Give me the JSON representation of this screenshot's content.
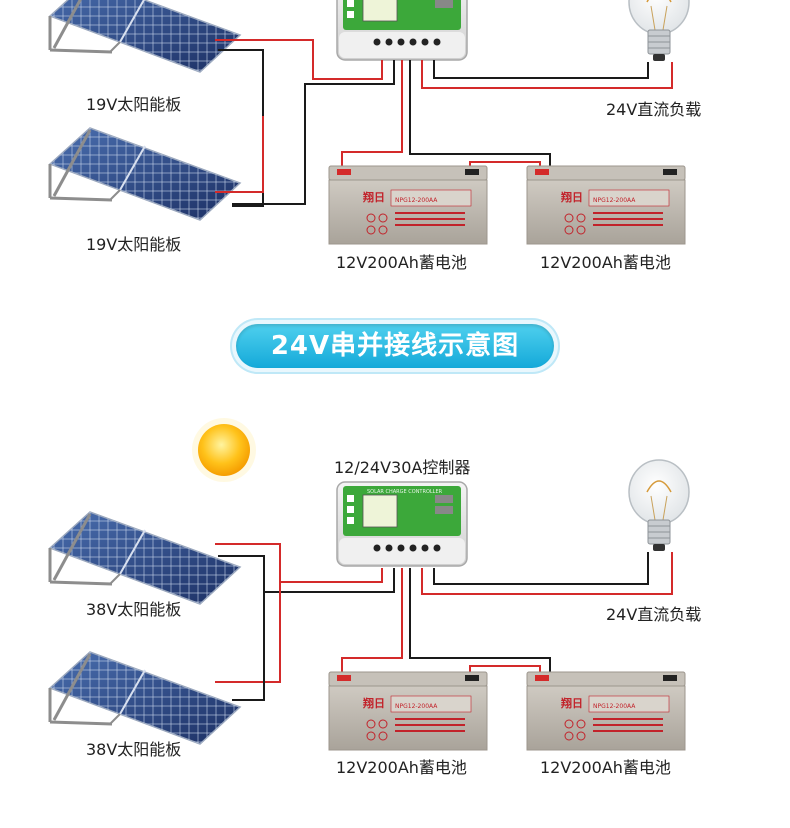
{
  "title": "24V串并接线示意图",
  "top_section": {
    "panel_1_label": "19V太阳能板",
    "panel_2_label": "19V太阳能板",
    "load_label": "24V直流负载",
    "battery_1_label": "12V200Ah蓄电池",
    "battery_2_label": "12V200Ah蓄电池"
  },
  "bottom_section": {
    "controller_label": "12/24V30A控制器",
    "panel_1_label": "38V太阳能板",
    "panel_2_label": "38V太阳能板",
    "load_label": "24V直流负载",
    "battery_1_label": "12V200Ah蓄电池",
    "battery_2_label": "12V200Ah蓄电池"
  },
  "controller_header": "SOLAR CHARGE CONTROLLER",
  "battery_brand": "翔日",
  "battery_model": "NPG12-200AA",
  "colors": {
    "positive_wire": "#d42a2a",
    "negative_wire": "#1a1a1a",
    "banner": "#1fb4e0",
    "controller_green": "#3ca83a",
    "battery_gray": "#b9b4ac"
  },
  "icons": [
    "sun-icon",
    "light-bulb-icon"
  ]
}
